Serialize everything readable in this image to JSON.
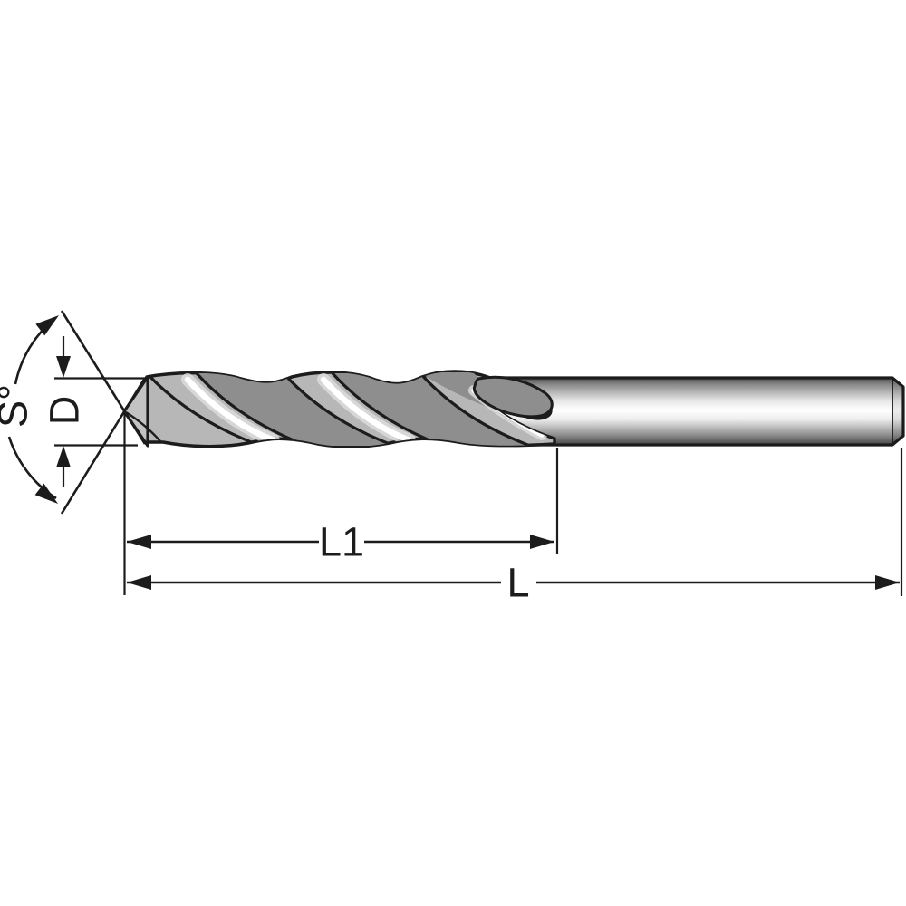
{
  "figure": {
    "kind": "technical-dimension-drawing",
    "subject": "twist drill bit, side view"
  },
  "dimensions": {
    "point_angle": {
      "label": "S°"
    },
    "diameter": {
      "label": "D"
    },
    "flute_length": {
      "label": "L1"
    },
    "overall_length": {
      "label": "L"
    }
  },
  "colors": {
    "line": "#1c1c1c",
    "flute_light": "#b7b7b7",
    "flute_dark": "#8e8e8e",
    "tip_face": "#c3c3c3",
    "highlight": "#ffffff",
    "background": "#ffffff"
  }
}
